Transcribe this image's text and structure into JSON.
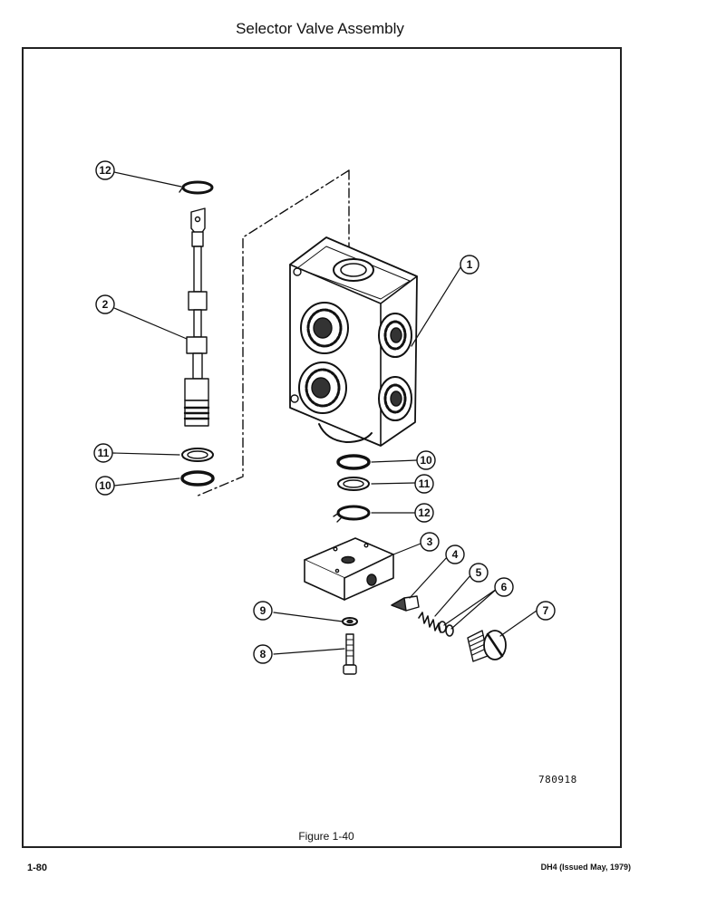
{
  "page_title": "Selector Valve Assembly",
  "figure_caption": "Figure 1-40",
  "drawing_number": "780918",
  "page_number": "1-80",
  "document_reference": "DH4 (Issued May, 1979)",
  "callouts": {
    "c1": "1",
    "c2": "2",
    "c3": "3",
    "c4": "4",
    "c5": "5",
    "c6": "6",
    "c7": "7",
    "c8": "8",
    "c9": "9",
    "c10a": "10",
    "c10b": "10",
    "c11a": "11",
    "c11b": "11",
    "c12a": "12",
    "c12b": "12"
  }
}
